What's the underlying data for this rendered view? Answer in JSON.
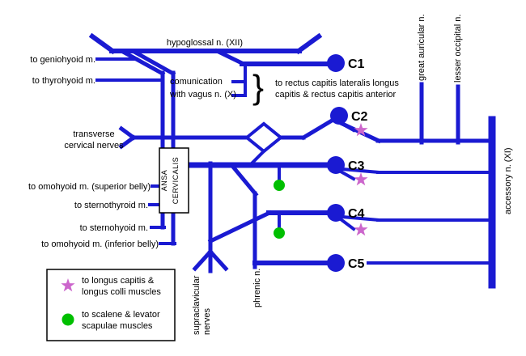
{
  "colors": {
    "nerve_blue": "#1a1ad2",
    "star_purple": "#cc66cc",
    "dot_green": "#00bf00",
    "text_black": "#000000"
  },
  "labels": {
    "hypoglossal": "hypoglossal n. (XII)",
    "geniohyoid": "to geniohyoid m.",
    "thyrohyoid": "to thyrohyoid m.",
    "vagus_line1": "comunication",
    "vagus_line2": "with vagus n. (X)",
    "brace": "}",
    "rectus_line1": "to rectus capitis lateralis longus",
    "rectus_line2": "capitis & rectus capitis anterior",
    "transverse_line1": "transverse",
    "transverse_line2": "cervical nerves",
    "ansa_line1": "ANSA",
    "ansa_line2": "CERVICALIS",
    "omohyoid_superior": "to omohyoid m. (superior belly)",
    "sternothyroid": "to sternothyroid m.",
    "sternohyoid": "to sternohyoid m.",
    "omohyoid_inferior": "to omohyoid m. (inferior belly)",
    "great_auricular": "great auricular n.",
    "lesser_occipital": "lesser occipital n.",
    "accessory": "accessory n. (XI)",
    "supraclavicular_line1": "supraclavicular",
    "supraclavicular_line2": "nerves",
    "phrenic": "phrenic n."
  },
  "nodes": [
    {
      "label": "C1"
    },
    {
      "label": "C2"
    },
    {
      "label": "C3"
    },
    {
      "label": "C4"
    },
    {
      "label": "C5"
    }
  ],
  "legend": {
    "star_line1": "to longus capitis &",
    "star_line2": "longus colli muscles",
    "dot_line1": "to scalene & levator",
    "dot_line2": "scapulae muscles"
  }
}
